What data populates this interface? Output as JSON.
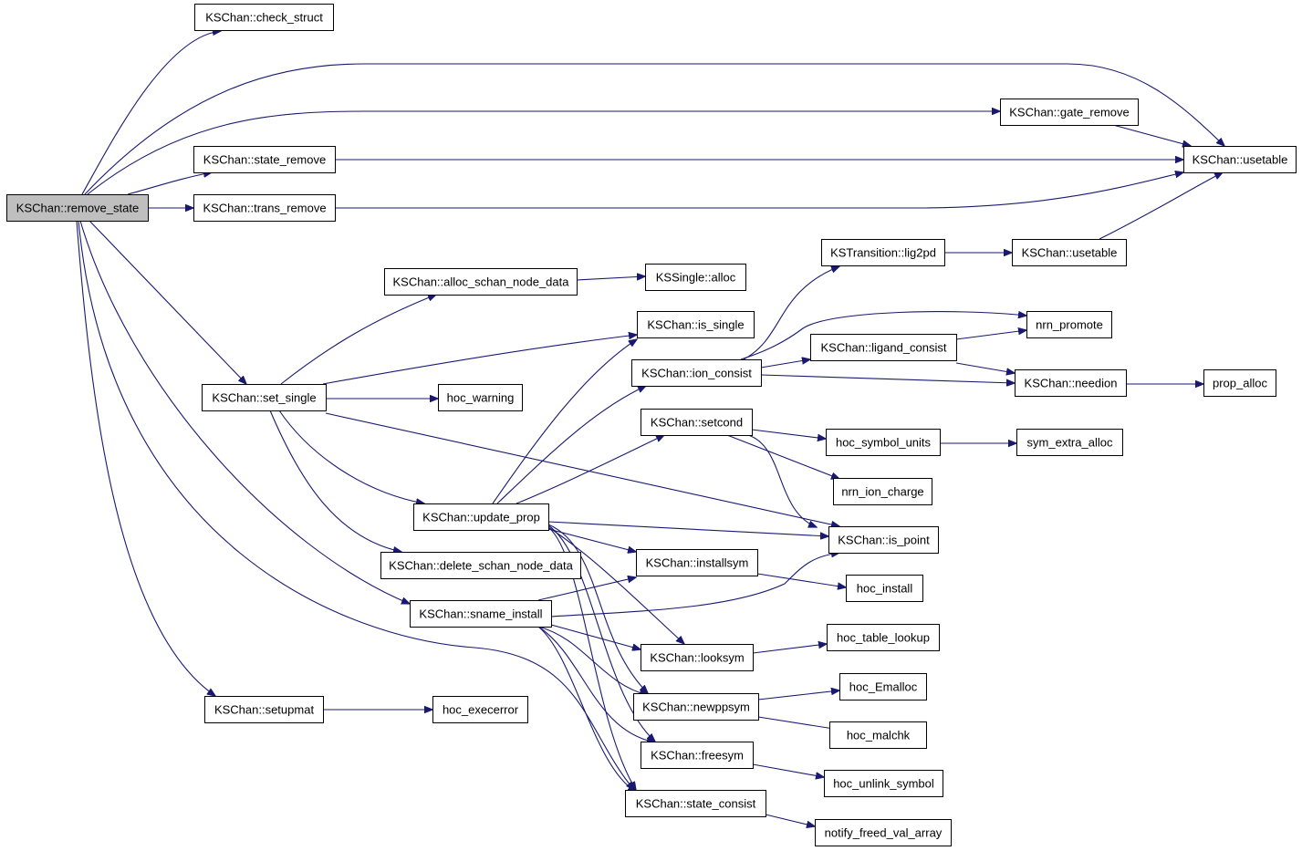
{
  "graph": {
    "title": "",
    "edge_color": "#191970",
    "root_fill": "#bfbfbf",
    "nodes": [
      {
        "id": "remove_state",
        "label": "KSChan::remove_state",
        "root": true
      },
      {
        "id": "check_struct",
        "label": "KSChan::check_struct"
      },
      {
        "id": "state_remove",
        "label": "KSChan::state_remove"
      },
      {
        "id": "trans_remove",
        "label": "KSChan::trans_remove"
      },
      {
        "id": "gate_remove",
        "label": "KSChan::gate_remove"
      },
      {
        "id": "usetable_a",
        "label": "KSChan::usetable"
      },
      {
        "id": "lig2pd",
        "label": "KSTransition::lig2pd"
      },
      {
        "id": "usetable_b",
        "label": "KSChan::usetable"
      },
      {
        "id": "alloc_schan",
        "label": "KSChan::alloc_schan_node_data"
      },
      {
        "id": "kssingle_alloc",
        "label": "KSSingle::alloc"
      },
      {
        "id": "is_single",
        "label": "KSChan::is_single"
      },
      {
        "id": "nrn_promote",
        "label": "nrn_promote"
      },
      {
        "id": "ligand_consist",
        "label": "KSChan::ligand_consist"
      },
      {
        "id": "ion_consist",
        "label": "KSChan::ion_consist"
      },
      {
        "id": "needion",
        "label": "KSChan::needion"
      },
      {
        "id": "prop_alloc",
        "label": "prop_alloc"
      },
      {
        "id": "set_single",
        "label": "KSChan::set_single"
      },
      {
        "id": "hoc_warning",
        "label": "hoc_warning"
      },
      {
        "id": "setcond",
        "label": "KSChan::setcond"
      },
      {
        "id": "hoc_symbol_units",
        "label": "hoc_symbol_units"
      },
      {
        "id": "sym_extra_alloc",
        "label": "sym_extra_alloc"
      },
      {
        "id": "nrn_ion_charge",
        "label": "nrn_ion_charge"
      },
      {
        "id": "update_prop",
        "label": "KSChan::update_prop"
      },
      {
        "id": "is_point",
        "label": "KSChan::is_point"
      },
      {
        "id": "delete_schan",
        "label": "KSChan::delete_schan_node_data"
      },
      {
        "id": "installsym",
        "label": "KSChan::installsym"
      },
      {
        "id": "hoc_install",
        "label": "hoc_install"
      },
      {
        "id": "sname_install",
        "label": "KSChan::sname_install"
      },
      {
        "id": "looksym",
        "label": "KSChan::looksym"
      },
      {
        "id": "hoc_table_lookup",
        "label": "hoc_table_lookup"
      },
      {
        "id": "hoc_Emalloc",
        "label": "hoc_Emalloc"
      },
      {
        "id": "newppsym",
        "label": "KSChan::newppsym"
      },
      {
        "id": "setupmat",
        "label": "KSChan::setupmat"
      },
      {
        "id": "hoc_execerror",
        "label": "hoc_execerror"
      },
      {
        "id": "hoc_malchk",
        "label": "hoc_malchk"
      },
      {
        "id": "freesym",
        "label": "KSChan::freesym"
      },
      {
        "id": "hoc_unlink_symbol",
        "label": "hoc_unlink_symbol"
      },
      {
        "id": "state_consist",
        "label": "KSChan::state_consist"
      },
      {
        "id": "notify_freed",
        "label": "notify_freed_val_array"
      }
    ],
    "edges": [
      [
        "remove_state",
        "check_struct"
      ],
      [
        "remove_state",
        "usetable_a"
      ],
      [
        "remove_state",
        "gate_remove"
      ],
      [
        "remove_state",
        "state_remove"
      ],
      [
        "remove_state",
        "trans_remove"
      ],
      [
        "remove_state",
        "set_single"
      ],
      [
        "remove_state",
        "sname_install"
      ],
      [
        "remove_state",
        "setupmat"
      ],
      [
        "remove_state",
        "state_consist"
      ],
      [
        "gate_remove",
        "usetable_a"
      ],
      [
        "state_remove",
        "usetable_a"
      ],
      [
        "trans_remove",
        "usetable_a"
      ],
      [
        "usetable_b",
        "usetable_a"
      ],
      [
        "lig2pd",
        "usetable_b"
      ],
      [
        "alloc_schan",
        "kssingle_alloc"
      ],
      [
        "set_single",
        "alloc_schan"
      ],
      [
        "set_single",
        "is_single"
      ],
      [
        "set_single",
        "hoc_warning"
      ],
      [
        "set_single",
        "is_point"
      ],
      [
        "set_single",
        "update_prop"
      ],
      [
        "set_single",
        "delete_schan"
      ],
      [
        "ion_consist",
        "lig2pd"
      ],
      [
        "ion_consist",
        "nrn_promote"
      ],
      [
        "ion_consist",
        "ligand_consist"
      ],
      [
        "ion_consist",
        "needion"
      ],
      [
        "ligand_consist",
        "nrn_promote"
      ],
      [
        "ligand_consist",
        "needion"
      ],
      [
        "needion",
        "prop_alloc"
      ],
      [
        "setcond",
        "hoc_symbol_units"
      ],
      [
        "setcond",
        "nrn_ion_charge"
      ],
      [
        "setcond",
        "is_point"
      ],
      [
        "hoc_symbol_units",
        "sym_extra_alloc"
      ],
      [
        "update_prop",
        "is_single"
      ],
      [
        "update_prop",
        "ion_consist"
      ],
      [
        "update_prop",
        "setcond"
      ],
      [
        "update_prop",
        "is_point"
      ],
      [
        "update_prop",
        "installsym"
      ],
      [
        "update_prop",
        "looksym"
      ],
      [
        "update_prop",
        "newppsym"
      ],
      [
        "update_prop",
        "freesym"
      ],
      [
        "update_prop",
        "state_consist"
      ],
      [
        "installsym",
        "hoc_install"
      ],
      [
        "sname_install",
        "installsym"
      ],
      [
        "sname_install",
        "is_point"
      ],
      [
        "sname_install",
        "looksym"
      ],
      [
        "sname_install",
        "newppsym"
      ],
      [
        "sname_install",
        "freesym"
      ],
      [
        "sname_install",
        "state_consist"
      ],
      [
        "looksym",
        "hoc_table_lookup"
      ],
      [
        "newppsym",
        "hoc_Emalloc"
      ],
      [
        "newppsym",
        "hoc_malchk"
      ],
      [
        "freesym",
        "hoc_unlink_symbol"
      ],
      [
        "setupmat",
        "hoc_execerror"
      ],
      [
        "state_consist",
        "notify_freed"
      ]
    ]
  }
}
